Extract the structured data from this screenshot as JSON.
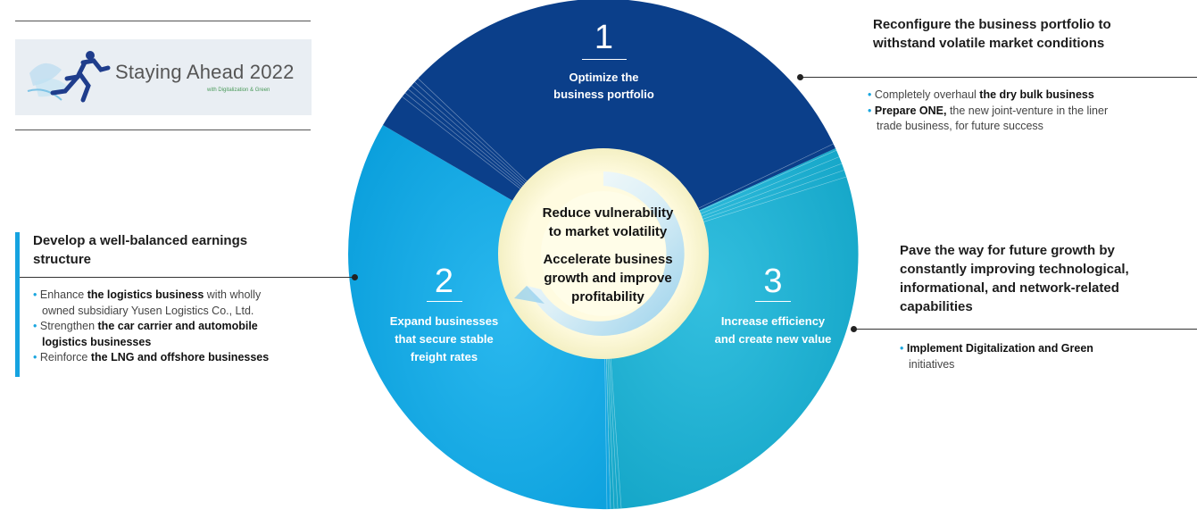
{
  "logo": {
    "title": "Staying Ahead 2022",
    "subtitle": "with Digitalization & Green"
  },
  "center": {
    "line1": "Reduce vulnerability",
    "line2": "to market volatility",
    "line3": "Accelerate business",
    "line4": "growth and improve",
    "line5": "profitability"
  },
  "segments": [
    {
      "number": "1",
      "label_line1": "Optimize the",
      "label_line2": "business portfolio",
      "color": "#0b3f8a"
    },
    {
      "number": "2",
      "label_line1": "Expand businesses",
      "label_line2": "that secure stable",
      "label_line3": "freight rates",
      "color": "#0aaeea"
    },
    {
      "number": "3",
      "label_line1": "Increase efficiency",
      "label_line2": "and create new value",
      "color": "#1cb3d5"
    }
  ],
  "right_top": {
    "heading_line1": "Reconfigure the business portfolio to",
    "heading_line2": "withstand volatile market conditions",
    "b1_pre": "Completely overhaul ",
    "b1_bold": "the dry bulk business",
    "b2_bold": "Prepare ONE,",
    "b2_rest": " the new joint-venture in the liner",
    "b2_cont": "trade business, for future success"
  },
  "left_mid": {
    "heading_line1": "Develop a well-balanced earnings",
    "heading_line2": "structure",
    "b1_pre": "Enhance ",
    "b1_bold": "the logistics business",
    "b1_rest": " with wholly",
    "b1_cont": "owned subsidiary Yusen Logistics Co., Ltd.",
    "b2_pre": "Strengthen ",
    "b2_bold": "the car carrier and automobile",
    "b2_cont": "logistics businesses",
    "b3_pre": "Reinforce ",
    "b3_bold": "the LNG and offshore businesses"
  },
  "right_bottom": {
    "heading_line1": "Pave the way for future growth by",
    "heading_line2": "constantly improving technological,",
    "heading_line3": "informational, and network-related",
    "heading_line4": "capabilities",
    "b1_bold": "Implement Digitalization and Green",
    "b1_cont": "initiatives"
  },
  "bullet_symbol": "•"
}
